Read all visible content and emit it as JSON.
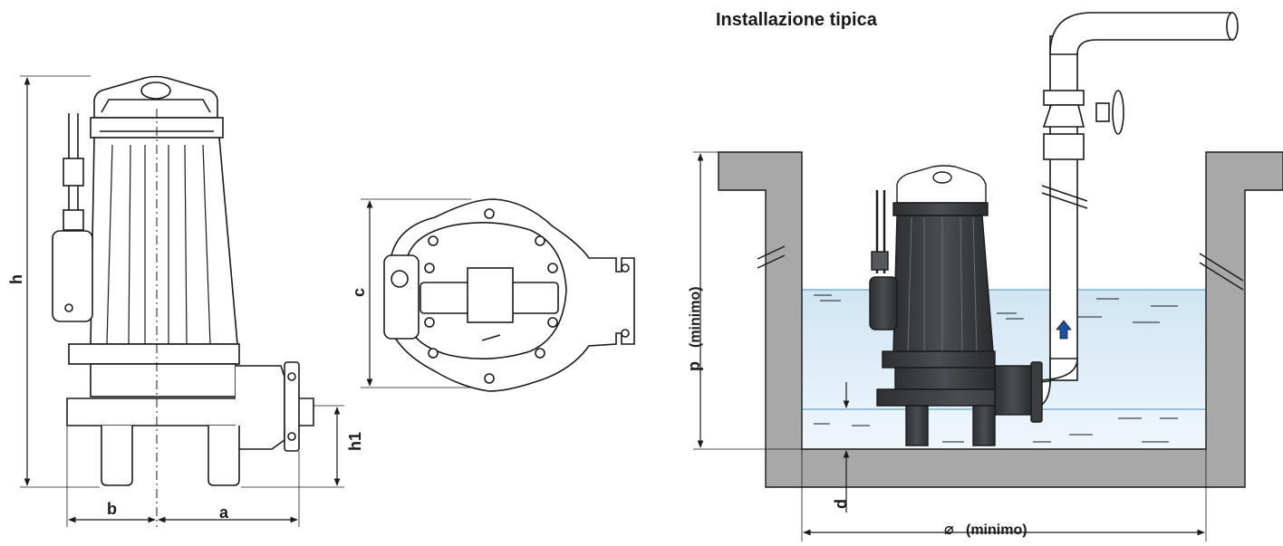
{
  "title": "Installazione tipica",
  "dimension_labels": {
    "h": "h",
    "h1": "h1",
    "a": "a",
    "b": "b",
    "c": "c",
    "p": "p",
    "p_note": "(minimo)",
    "d": "d",
    "diameter_symbol": "⌀",
    "diameter_note": "(minimo)"
  },
  "colors": {
    "outline": "#1a1a1a",
    "pump_body_dark": "#3b3d40",
    "pump_body_mid": "#55585c",
    "concrete": "#a9a9a9",
    "water_top": "#d6e9f5",
    "water_bottom": "#eef6fb",
    "water_line": "#6fa3c7",
    "flow_arrow": "#1f4f9c",
    "pipe": "#ffffff"
  }
}
